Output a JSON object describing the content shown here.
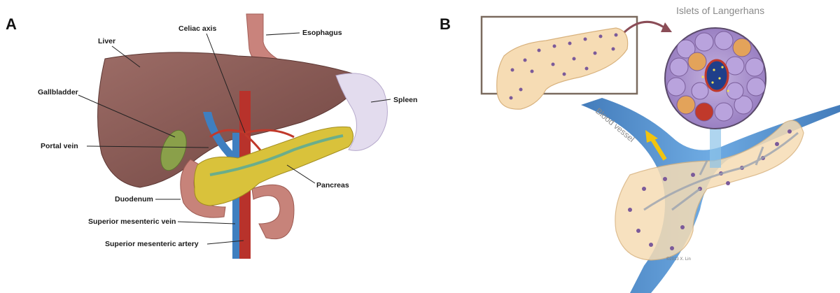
{
  "panels": {
    "a": {
      "letter": "A"
    },
    "b": {
      "letter": "B"
    }
  },
  "panel_a_labels": {
    "liver": "Liver",
    "celiac_axis": "Celiac axis",
    "esophagus": "Esophagus",
    "gallbladder": "Gallbladder",
    "spleen": "Spleen",
    "portal_vein": "Portal vein",
    "pancreas": "Pancreas",
    "duodenum": "Duodenum",
    "superior_mesenteric_vein": "Superior mesenteric vein",
    "superior_mesenteric_artery": "Superior mesenteric artery"
  },
  "panel_b_labels": {
    "islets": "Islets of Langerhans",
    "blood_vessel": "Blood vessel",
    "signature": "©2013 X. Lin"
  },
  "colors": {
    "liver": "#8b5a55",
    "pancreas": "#d8c23a",
    "spleen": "#e0d9ea",
    "vein_blue": "#3f7fc0",
    "artery_red": "#c0392b",
    "tissue_tan": "#f6dcb4",
    "islet_purple": "#a489c8",
    "cell_dot": "#7b5a9a"
  }
}
